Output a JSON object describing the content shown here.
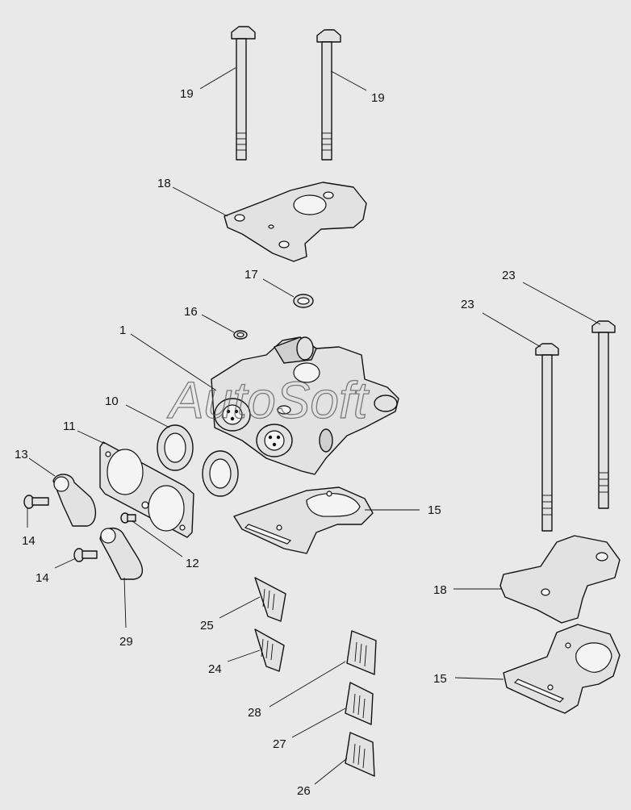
{
  "watermark": "AutoSoft",
  "callouts": [
    {
      "id": "c19a",
      "label": "19"
    },
    {
      "id": "c19b",
      "label": "19"
    },
    {
      "id": "c18a",
      "label": "18"
    },
    {
      "id": "c17",
      "label": "17"
    },
    {
      "id": "c16",
      "label": "16"
    },
    {
      "id": "c1",
      "label": "1"
    },
    {
      "id": "c10",
      "label": "10"
    },
    {
      "id": "c11",
      "label": "11"
    },
    {
      "id": "c13",
      "label": "13"
    },
    {
      "id": "c14a",
      "label": "14"
    },
    {
      "id": "c14b",
      "label": "14"
    },
    {
      "id": "c12",
      "label": "12"
    },
    {
      "id": "c29",
      "label": "29"
    },
    {
      "id": "c15a",
      "label": "15"
    },
    {
      "id": "c23a",
      "label": "23"
    },
    {
      "id": "c23b",
      "label": "23"
    },
    {
      "id": "c18b",
      "label": "18"
    },
    {
      "id": "c15b",
      "label": "15"
    },
    {
      "id": "c25",
      "label": "25"
    },
    {
      "id": "c24",
      "label": "24"
    },
    {
      "id": "c28",
      "label": "28"
    },
    {
      "id": "c27",
      "label": "27"
    },
    {
      "id": "c26",
      "label": "26"
    }
  ]
}
